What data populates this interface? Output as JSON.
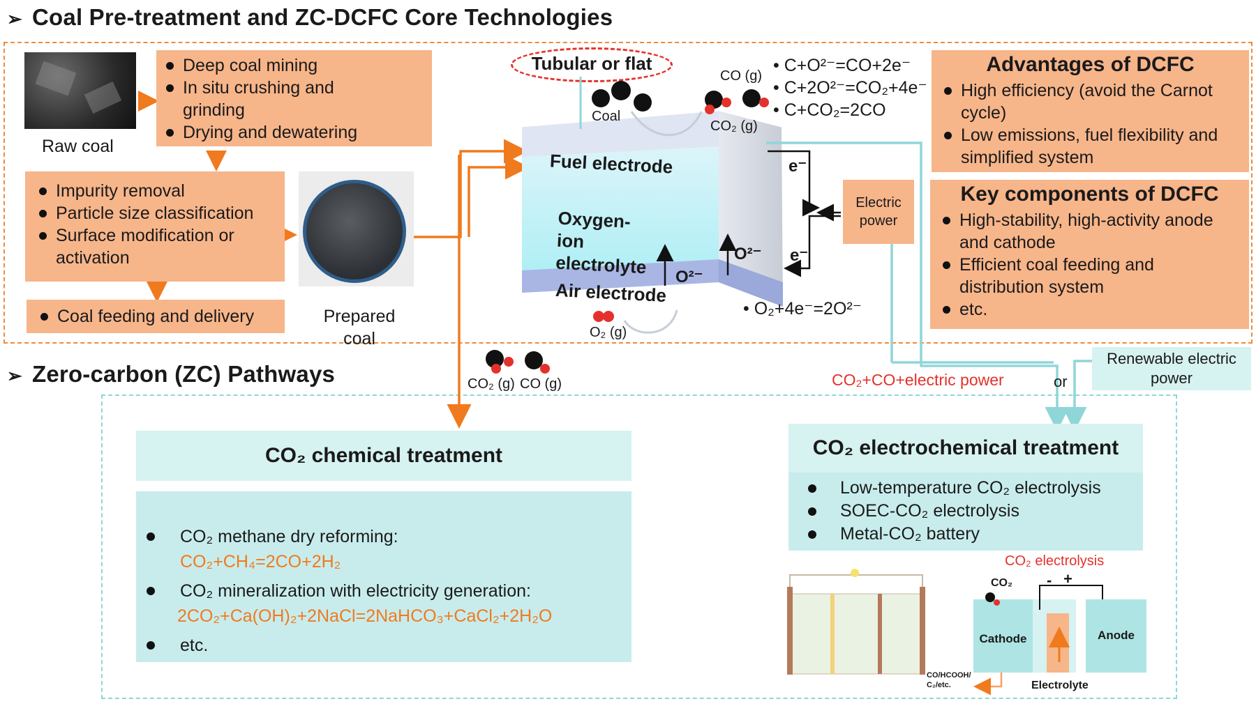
{
  "section_titles": {
    "top": "Coal Pre-treatment and ZC-DCFC Core Technologies",
    "bottom": "Zero-carbon (ZC) Pathways"
  },
  "pretreatment": {
    "raw_coal_label": "Raw coal",
    "mining_steps": [
      "Deep coal mining",
      "In situ crushing and grinding",
      "Drying and dewatering"
    ],
    "processing_steps": [
      "Impurity removal",
      "Particle size classification",
      "Surface modification or activation"
    ],
    "feeding_step": "Coal feeding and delivery",
    "prepared_coal_label": "Prepared coal"
  },
  "fuel_cell": {
    "shape_label": "Tubular or flat",
    "coal_label": "Coal",
    "co_gas_label": "CO (g)",
    "co2_gas_label": "CO₂ (g)",
    "fuel_electrode": "Fuel electrode",
    "electrolyte": "Oxygen-ion electrolyte",
    "air_electrode": "Air electrode",
    "o2_gas_label": "O₂ (g)",
    "oxide_ion": "O²⁻",
    "electron": "e⁻",
    "electric_power": "Electric power",
    "anode_reactions": [
      "C+O²⁻=CO+2e⁻",
      "C+2O²⁻=CO₂+4e⁻",
      "C+CO₂=2CO"
    ],
    "cathode_reaction": "O₂+4e⁻=2O²⁻",
    "exhaust_co2": "CO₂ (g)",
    "exhaust_co": "CO (g)"
  },
  "advantages": {
    "title": "Advantages of DCFC",
    "items": [
      "High efficiency (avoid the Carnot cycle)",
      "Low emissions, fuel flexibility and simplified system"
    ]
  },
  "components": {
    "title": "Key components of DCFC",
    "items": [
      "High-stability, high-activity anode and cathode",
      "Efficient coal feeding and distribution system",
      "etc."
    ]
  },
  "pathways": {
    "flow_label": "CO₂+CO+electric power",
    "or_label": "or",
    "renewable_label": "Renewable electric power",
    "chemical": {
      "title": "CO₂ chemical treatment",
      "item1": "CO₂ methane dry reforming:",
      "eq1": "CO₂+CH₄=2CO+2H₂",
      "item2": "CO₂ mineralization with electricity generation:",
      "eq2": "2CO₂+Ca(OH)₂+2NaCl=2NaHCO₃+CaCl₂+2H₂O",
      "item3": "etc."
    },
    "electrochemical": {
      "title": "CO₂ electrochemical treatment",
      "items": [
        "Low-temperature CO₂ electrolysis",
        "SOEC-CO₂ electrolysis",
        "Metal-CO₂ battery"
      ]
    },
    "electrolysis": {
      "title": "CO₂ electrolysis",
      "co2_label": "CO₂",
      "cathode": "Cathode",
      "anode": "Anode",
      "electrolyte": "Electrolyte",
      "minus": "-",
      "plus": "+",
      "products": "CO/HCOOH/C₂/etc."
    }
  },
  "colors": {
    "orange_box": "#f7b58a",
    "orange_line": "#f07a1e",
    "teal_box": "#c8ecec",
    "teal_line": "#8fd6d8",
    "red_text": "#e4312b"
  }
}
